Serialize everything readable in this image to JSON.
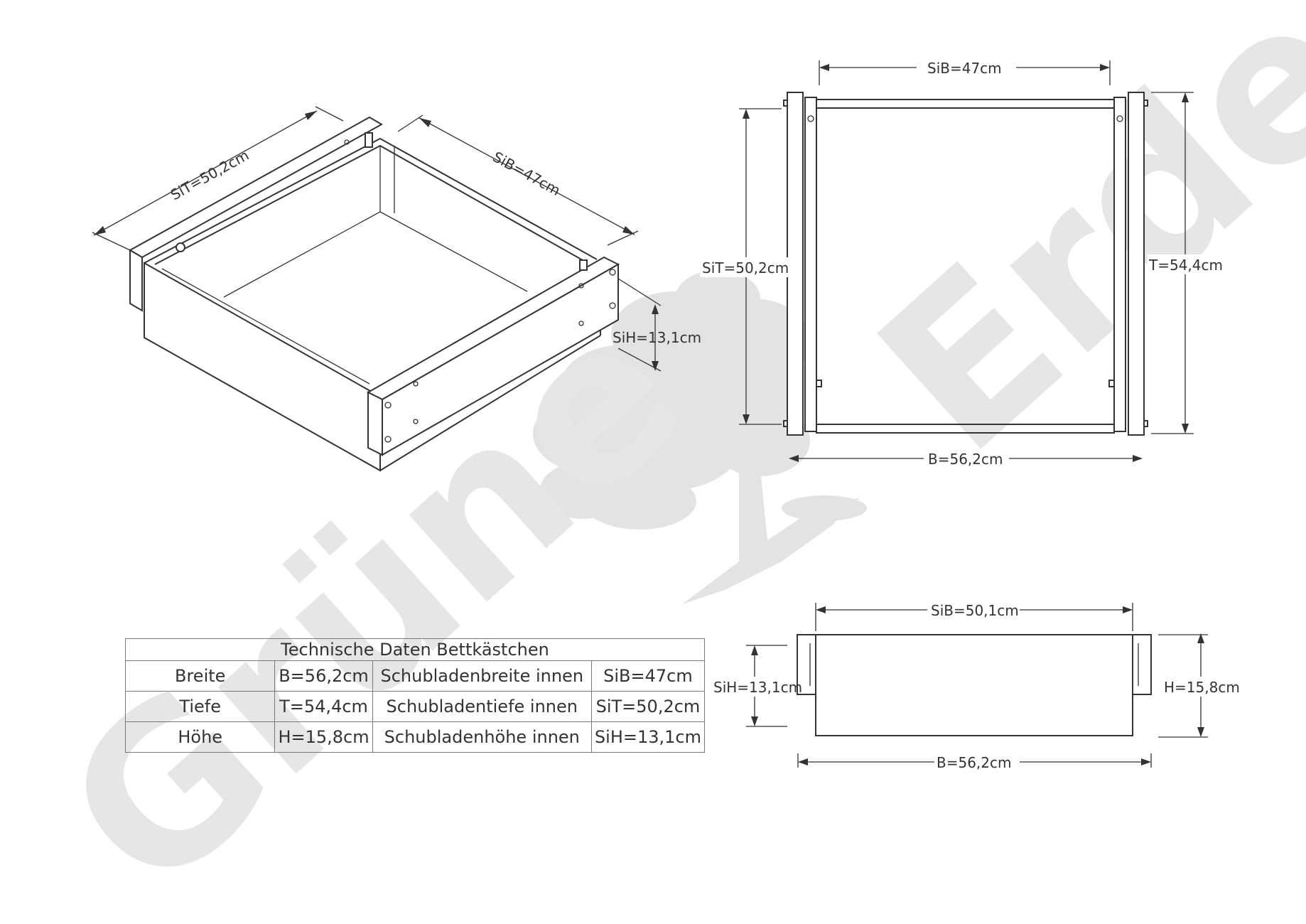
{
  "watermark": {
    "word1": "Grüne",
    "word2": "Erde"
  },
  "iso_view": {
    "sit_label": "SiT=50,2cm",
    "sib_label": "SiB=47cm",
    "sih_label": "SiH=13,1cm"
  },
  "top_view": {
    "sib_label": "SiB=47cm",
    "sit_label": "SiT=50,2cm",
    "t_label": "T=54,4cm",
    "b_label": "B=56,2cm"
  },
  "front_view": {
    "sib_label": "SiB=50,1cm",
    "sih_label": "SiH=13,1cm",
    "h_label": "H=15,8cm",
    "b_label": "B=56,2cm"
  },
  "table": {
    "title": "Technische Daten Bettkästchen",
    "rows": [
      [
        "Breite",
        "B=56,2cm",
        "Schubladenbreite innen",
        "SiB=47cm"
      ],
      [
        "Tiefe",
        "T=54,4cm",
        "Schubladentiefe innen",
        "SiT=50,2cm"
      ],
      [
        "Höhe",
        "H=15,8cm",
        "Schubladenhöhe innen",
        "SiH=13,1cm"
      ]
    ]
  },
  "colors": {
    "line": "#333333",
    "watermark": "#e6e6e6"
  }
}
